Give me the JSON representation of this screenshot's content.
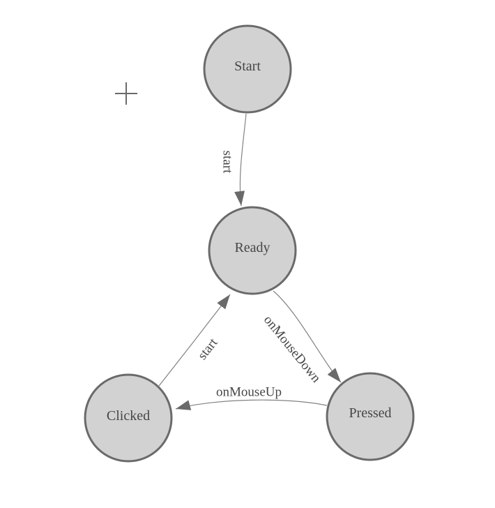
{
  "diagram": {
    "background_color": "#ffffff",
    "colors": {
      "node_fill": "#d2d2d2",
      "node_border": "#6a6a6a",
      "edge_line": "#828282",
      "arrowhead": "#6a6a6a",
      "label_text": "#464646"
    },
    "origin_marker": "+",
    "nodes": [
      {
        "label": "Start"
      },
      {
        "label": "Ready"
      },
      {
        "label": "Clicked"
      },
      {
        "label": "Pressed"
      }
    ],
    "edges": [
      {
        "label": "start",
        "from": "Start",
        "to": "Ready"
      },
      {
        "label": "onMouseDown",
        "from": "Ready",
        "to": "Pressed"
      },
      {
        "label": "onMouseUp",
        "from": "Pressed",
        "to": "Clicked"
      },
      {
        "label": "start",
        "from": "Clicked",
        "to": "Ready"
      }
    ]
  }
}
